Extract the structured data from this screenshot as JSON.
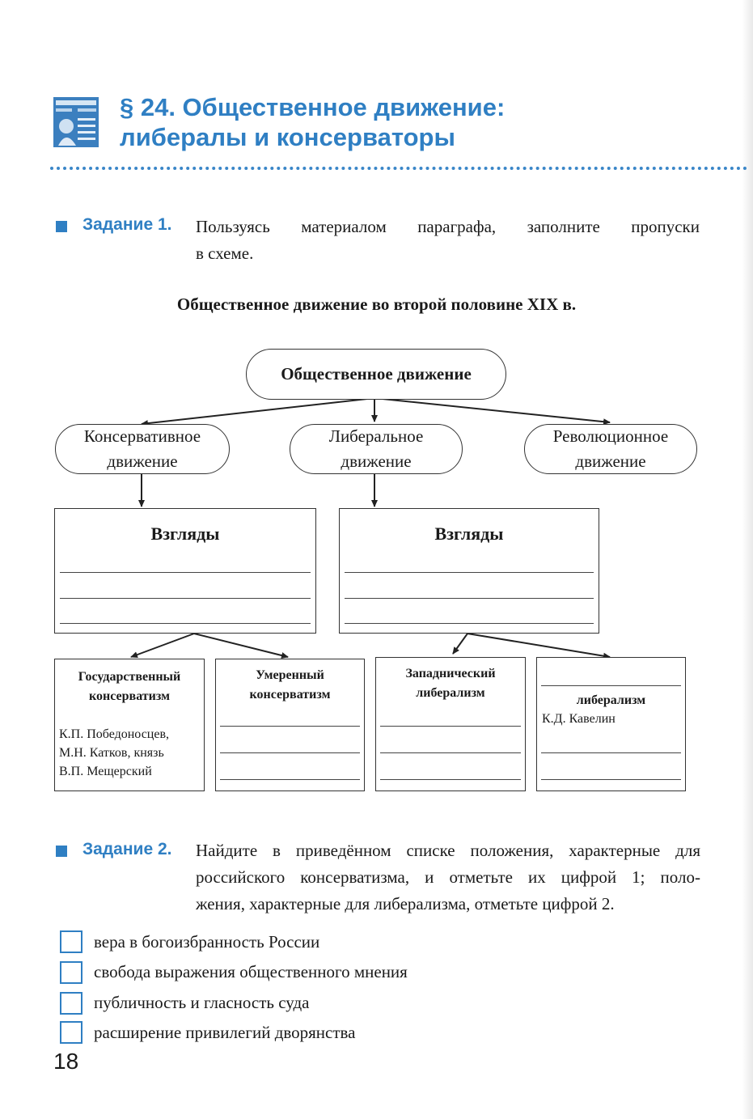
{
  "heading": {
    "line1": "§ 24. Общественное движение:",
    "line2": "либералы и консерваторы"
  },
  "task1": {
    "label": "Задание 1.",
    "text_line1": "Пользуясь материалом параграфа, заполните пропуски",
    "text_line2": "в схеме."
  },
  "scheme": {
    "title": "Общественное движение во второй половине XIX в.",
    "root": "Общественное движение",
    "branches": [
      {
        "line1": "Консервативное",
        "line2": "движение"
      },
      {
        "line1": "Либеральное",
        "line2": "движение"
      },
      {
        "line1": "Революционное",
        "line2": "движение"
      }
    ],
    "views_left": "Взгляды",
    "views_right": "Взгляды",
    "sub": {
      "state_conservatism": {
        "line1": "Государственный",
        "line2": "консерватизм",
        "names": [
          "К.П. Победоносцев,",
          "М.Н. Катков, князь",
          "В.П. Мещерский"
        ]
      },
      "moderate_conservatism": {
        "line1": "Умеренный",
        "line2": "консерватизм"
      },
      "western_liberalism": {
        "line1": "Западнический",
        "line2": "либерализм"
      },
      "liberalism": {
        "line": "либерализм",
        "name": "К.Д. Кавелин"
      }
    }
  },
  "task2": {
    "label": "Задание 2.",
    "text_line1": "Найдите в приведённом списке положения, характерные для",
    "text_line2": "российского консерватизма, и отметьте их цифрой 1; поло-",
    "text_line3": "жения, характерные для либерализма, отметьте цифрой 2.",
    "options": [
      "вера в богоизбранность России",
      "свобода выражения общественного мнения",
      "публичность и гласность суда",
      "расширение привилегий дворянства"
    ]
  },
  "page_number": "18",
  "colors": {
    "accent": "#2f7fc3",
    "ink": "#1a1a1a"
  },
  "icons": {
    "section_icon": "paragraph-illustration-icon",
    "checkbox": "empty-checkbox-icon"
  }
}
